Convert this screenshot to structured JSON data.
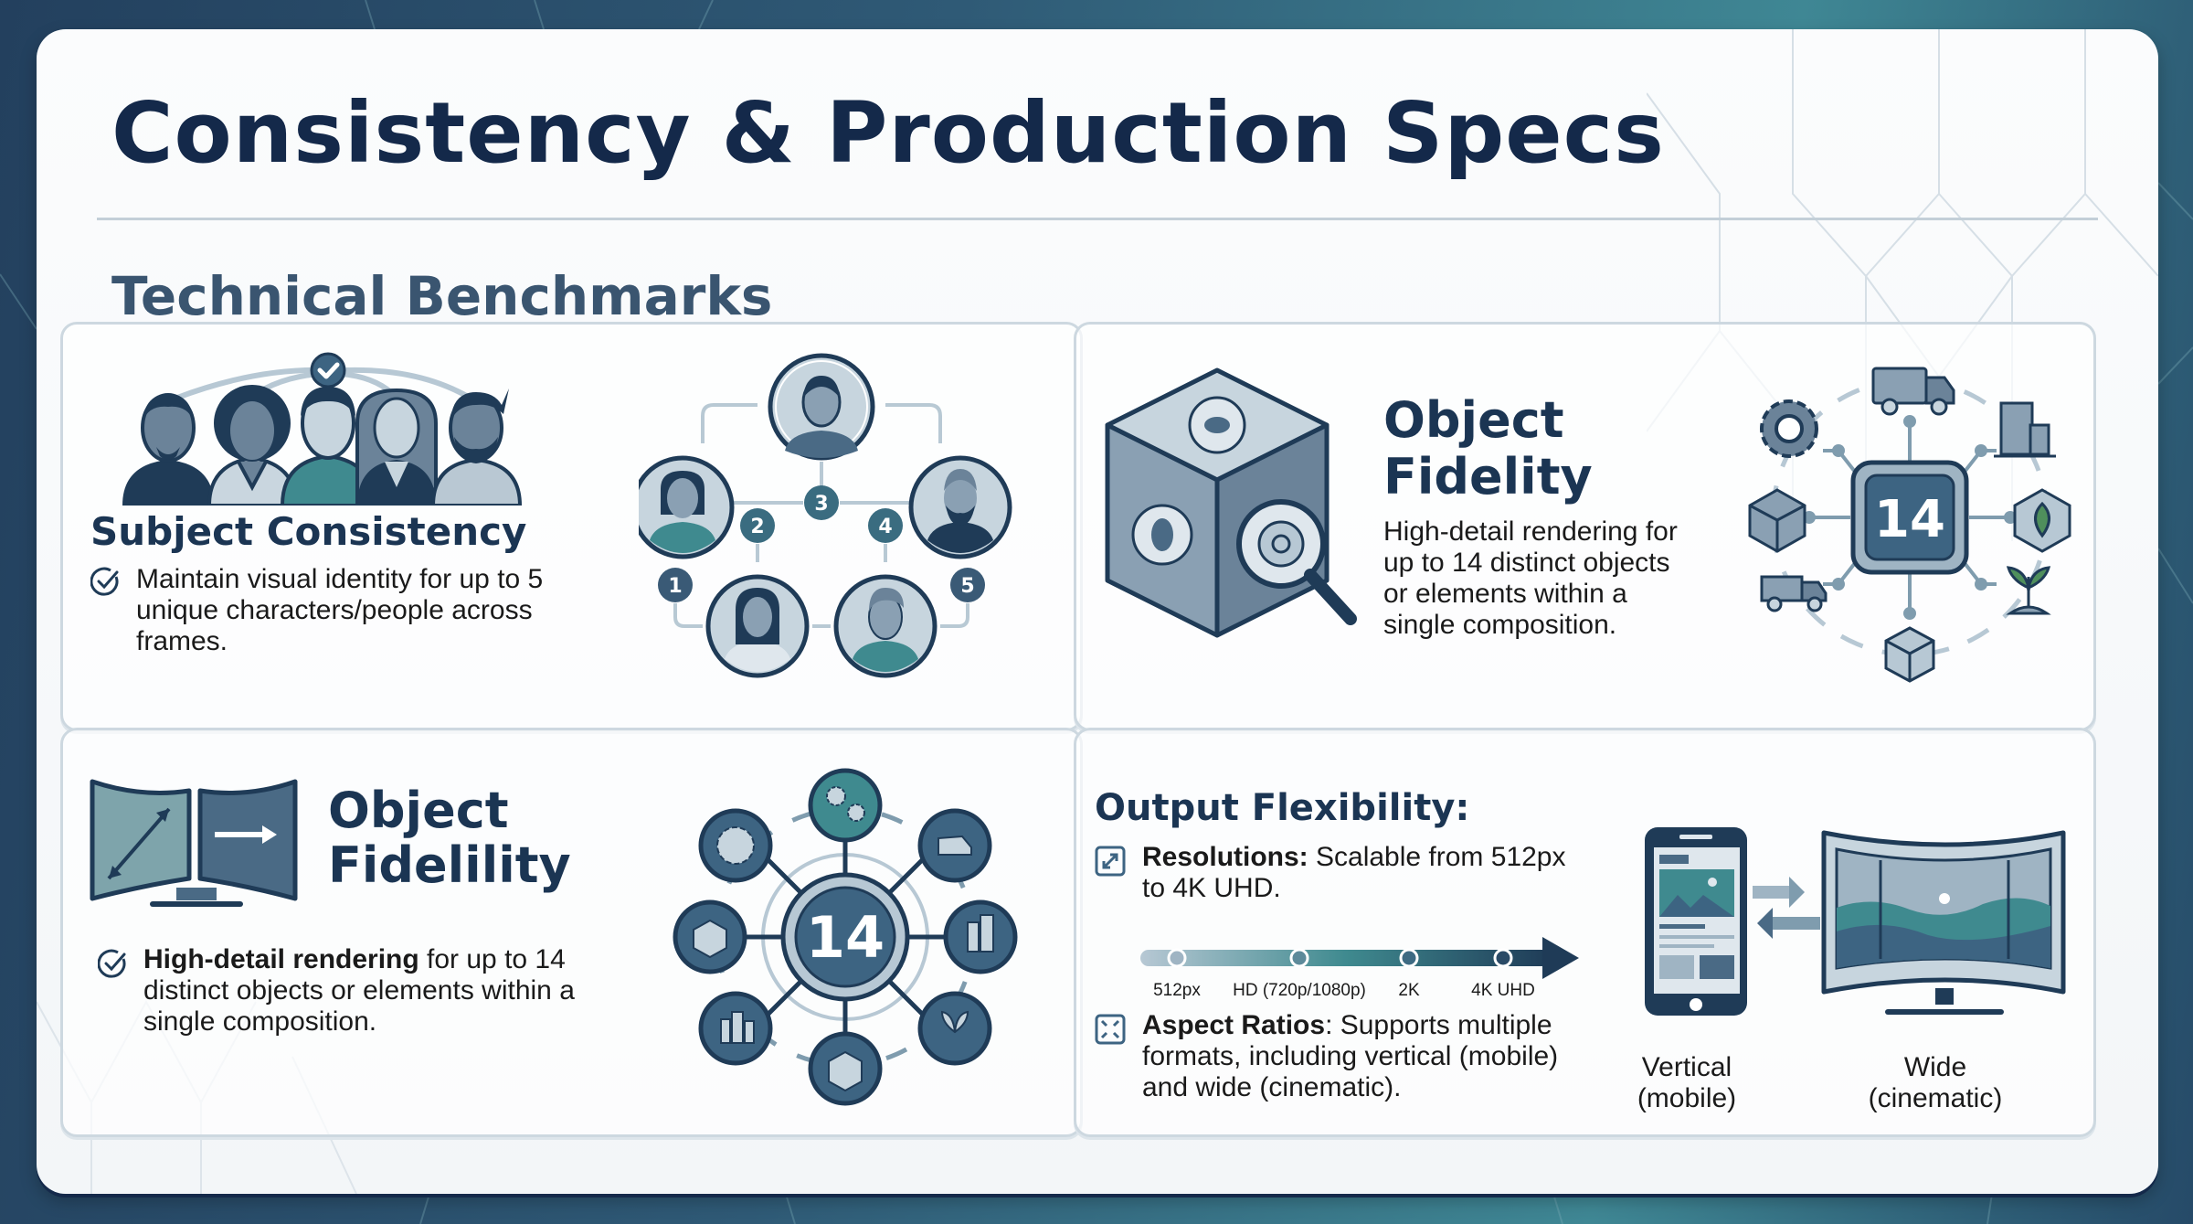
{
  "header": {
    "title": "Consistency & Production Specs",
    "subtitle": "Technical Benchmarks"
  },
  "colors": {
    "navy": "#1f3b57",
    "title": "#14294a",
    "slate": "#4a6a85",
    "teal": "#3f8a8f",
    "light": "#c7d5de",
    "green": "#4f8f5c"
  },
  "cards": {
    "subject_consistency": {
      "title": "Subject Consistency",
      "bullet": "Maintain visual identity for up to 5 unique characters/people across frames.",
      "bullet_lines": [
        "Maintain visual identity for up to 5",
        "unique characters/people across",
        "frames."
      ],
      "people_icons": [
        "man-goatee",
        "woman-curly-hair",
        "man-center",
        "woman-long-hair",
        "man-beard"
      ],
      "network_nodes": [
        "1",
        "2",
        "3",
        "4",
        "5"
      ]
    },
    "object_fidelity_top": {
      "title_line1": "Object",
      "title_line2": "Fidelity",
      "description_lines": [
        "High-detail rendering for",
        "up to 14 distinct objects",
        "or elements within a",
        "single composition."
      ],
      "hub_number": "14",
      "orbit_icons": [
        "truck",
        "building",
        "plant-cube",
        "plant",
        "box",
        "pickup-truck",
        "stone-cube",
        "gear"
      ]
    },
    "object_fidelity_bottom": {
      "title_line1": "Object",
      "title_line2": "Fidelility",
      "bullet_bold": "High-detail rendering",
      "bullet_rest_line1": " for up to 14",
      "bullet_lines_rest": [
        "distinct objects or elements within a",
        "single composition."
      ],
      "hub_number": "14",
      "orbit_icons": [
        "gears",
        "van",
        "buildings",
        "plant",
        "parcel",
        "city-blocks",
        "box",
        "gear"
      ]
    },
    "output_flexibility": {
      "title": "Output Flexibility:",
      "resolutions_label": "Resolutions:",
      "resolutions_text_line1": " Scalable from 512px",
      "resolutions_text_line2": "to 4K UHD.",
      "scale_stops": [
        "512px",
        "HD (720p/1080p)",
        "2K",
        "4K UHD"
      ],
      "aspect_label": "Aspect Ratios",
      "aspect_text_line1": ": Supports multiple",
      "aspect_text_line2": "formats, including vertical (mobile)",
      "aspect_text_line3": "and wide (cinematic).",
      "device_vertical_line1": "Vertical",
      "device_vertical_line2": "(mobile)",
      "device_wide_line1": "Wide",
      "device_wide_line2": "(cinematic)"
    }
  }
}
